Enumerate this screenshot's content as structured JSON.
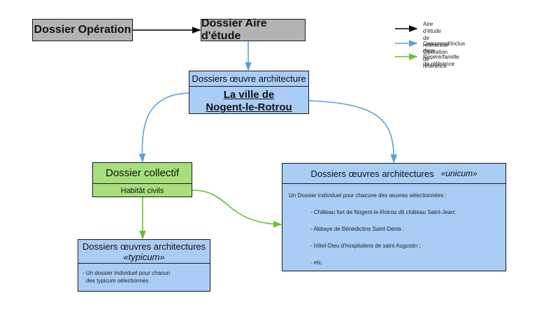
{
  "colors": {
    "black_arrow": "#000000",
    "blue_arrow": "#5a9fdc",
    "green_arrow": "#6cbf2f",
    "gray_box": "#b3b3b3",
    "blue_box": "#a9cdf5",
    "green_box": "#a7df7d"
  },
  "nodes": {
    "operation": {
      "label": "Dossier Opération"
    },
    "aire": {
      "label": "Dossier Aire d'étude"
    },
    "ville": {
      "header": "Dossiers œuvre architecture",
      "title_line1": "La ville de",
      "title_line2": "Nogent-le-Rotrou"
    },
    "collectif": {
      "header": "Dossier collectif",
      "sub": "Habitât civils"
    },
    "unicum": {
      "header": "Dossiers œuvres architectures",
      "tag": "«unicum»",
      "intro": "Un Dossier individuel pour chacune des œuvres sélectionnées :",
      "items": [
        "- Château fort de Nogent-le-Rotrou dit château Saint-Jean;",
        "- Abbaye de Bénédictins Saint-Denis :",
        "- hôtel-Dieu d'hospitaliers de saint Augustin ;",
        "- etc."
      ]
    },
    "typicum": {
      "header": "Dossiers œuvres architectures",
      "tag": "«typicum»",
      "body_line1": "- Un dossier individuel pour chacun",
      "body_line2": "des typicum sélectionnés"
    }
  },
  "legend": [
    {
      "line1": "Aire d'étude de référence/",
      "line2": "Opération de référence",
      "color": "black"
    },
    {
      "line1": "Comprend/inclus dans",
      "line2": "",
      "color": "blue"
    },
    {
      "line1": "Repéré/famille de référence",
      "line2": "",
      "color": "green"
    }
  ]
}
